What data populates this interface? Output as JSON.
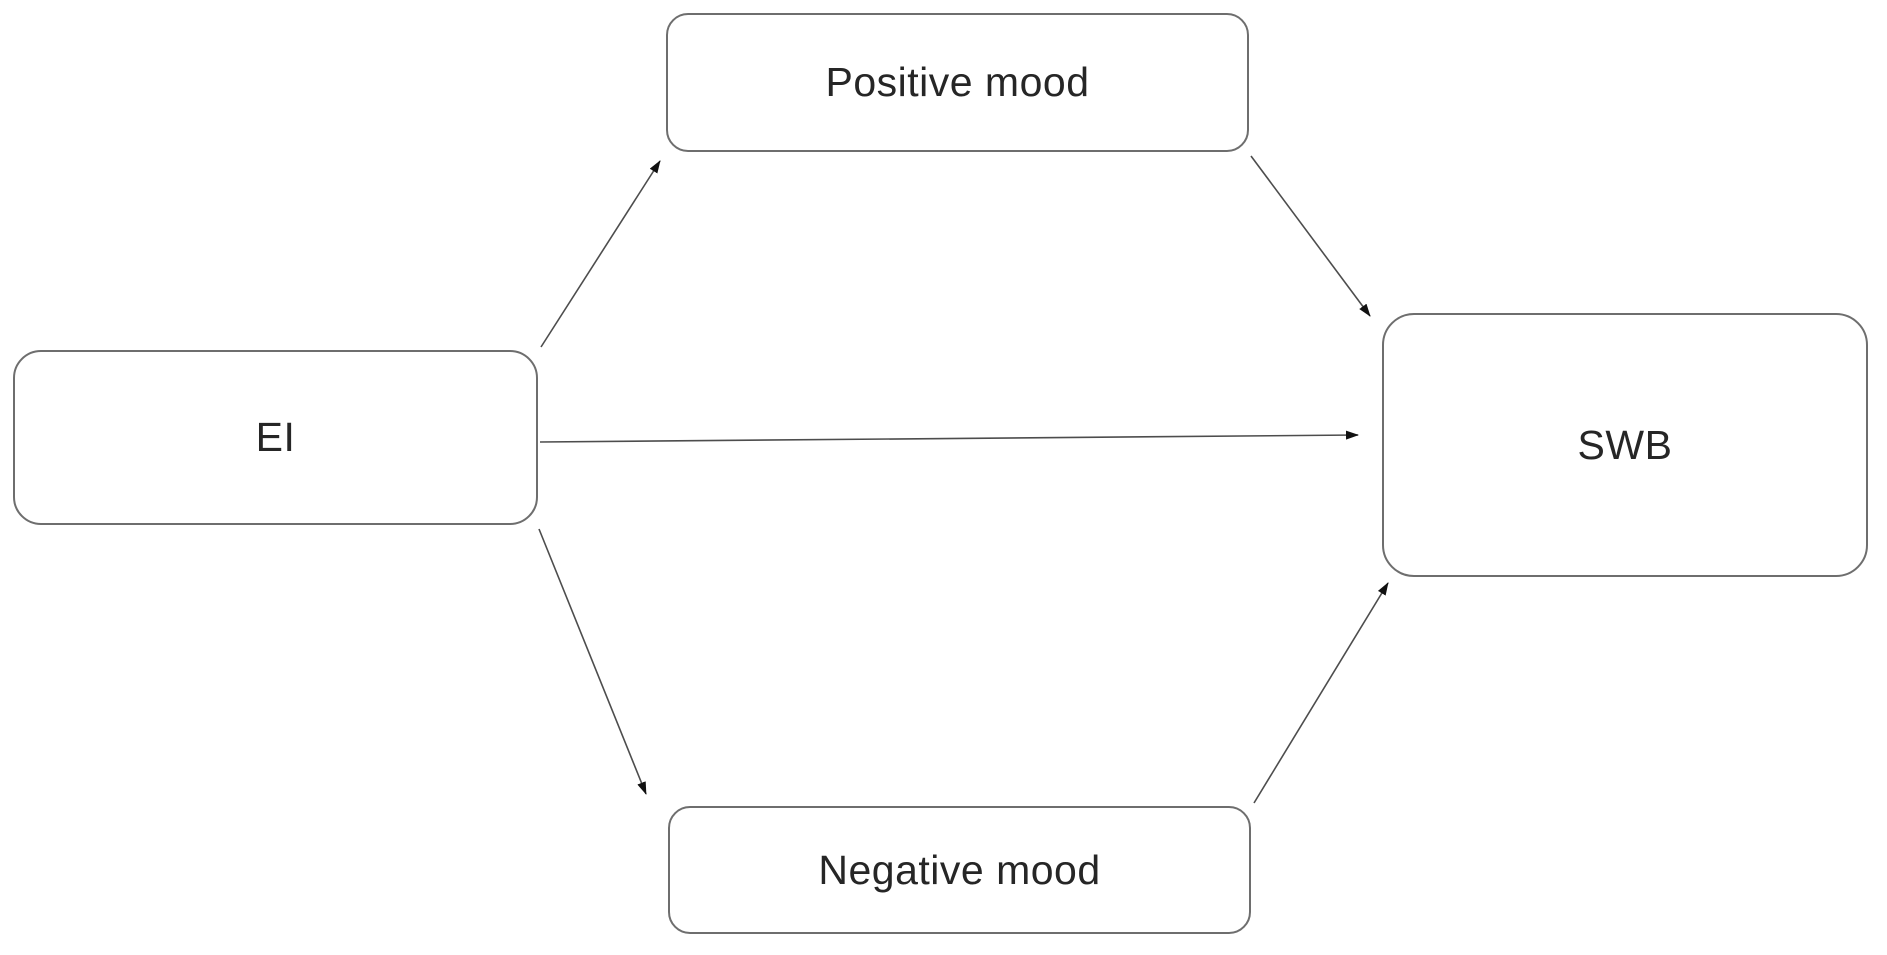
{
  "diagram": {
    "type": "mediation-path-model",
    "background": "#ffffff",
    "nodes": {
      "ei": {
        "label": "EI",
        "role": "predictor"
      },
      "positive_mood": {
        "label": "Positive mood",
        "role": "mediator"
      },
      "negative_mood": {
        "label": "Negative mood",
        "role": "mediator"
      },
      "swb": {
        "label": "SWB",
        "role": "outcome"
      }
    },
    "edges": [
      {
        "from": "ei",
        "to": "positive_mood"
      },
      {
        "from": "ei",
        "to": "swb"
      },
      {
        "from": "ei",
        "to": "negative_mood"
      },
      {
        "from": "positive_mood",
        "to": "swb"
      },
      {
        "from": "negative_mood",
        "to": "swb"
      }
    ],
    "colors": {
      "box_fill": "#ffffff",
      "box_border": "#6e6e6e",
      "label_text": "#262626",
      "arrow_line": "#4d4d4d",
      "arrowhead": "#111111"
    }
  }
}
